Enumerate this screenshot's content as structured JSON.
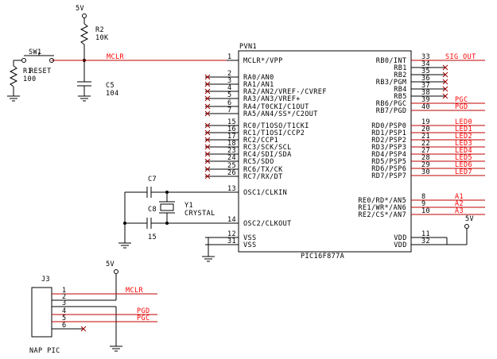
{
  "ic": {
    "ref": "PVN1",
    "part": "PIC16F877A",
    "left_pins": [
      {
        "num": "1",
        "name": "MCLR*/VPP"
      },
      {
        "num": "2",
        "name": "RA0/AN0"
      },
      {
        "num": "3",
        "name": "RA1/AN1"
      },
      {
        "num": "4",
        "name": "RA2/AN2/VREF-/CVREF"
      },
      {
        "num": "5",
        "name": "RA3/AN3/VREF+"
      },
      {
        "num": "6",
        "name": "RA4/T0CKI/C1OUT"
      },
      {
        "num": "7",
        "name": "RA5/AN4/SS*/C2OUT"
      },
      {
        "num": "15",
        "name": "RC0/T1OSO/T1CKI"
      },
      {
        "num": "16",
        "name": "RC1/T1OSI/CCP2"
      },
      {
        "num": "17",
        "name": "RC2/CCP1"
      },
      {
        "num": "18",
        "name": "RC3/SCK/SCL"
      },
      {
        "num": "23",
        "name": "RC4/SDI/SDA"
      },
      {
        "num": "24",
        "name": "RC5/SDO"
      },
      {
        "num": "25",
        "name": "RC6/TX/CK"
      },
      {
        "num": "26",
        "name": "RC7/RX/DT"
      },
      {
        "num": "13",
        "name": "OSC1/CLKIN"
      },
      {
        "num": "14",
        "name": "OSC2/CLKOUT"
      },
      {
        "num": "12",
        "name": "VSS"
      },
      {
        "num": "31",
        "name": "VSS"
      }
    ],
    "right_pins": [
      {
        "num": "33",
        "name": "RB0/INT",
        "net": "SIG OUT"
      },
      {
        "num": "34",
        "name": "RB1",
        "net": ""
      },
      {
        "num": "35",
        "name": "RB2",
        "net": ""
      },
      {
        "num": "36",
        "name": "RB3/PGM",
        "net": ""
      },
      {
        "num": "37",
        "name": "RB4",
        "net": ""
      },
      {
        "num": "38",
        "name": "RB5",
        "net": ""
      },
      {
        "num": "39",
        "name": "RB6/PGC",
        "net": "PGC"
      },
      {
        "num": "40",
        "name": "RB7/PGD",
        "net": "PGD"
      },
      {
        "num": "19",
        "name": "RD0/PSP0",
        "net": "LED0"
      },
      {
        "num": "20",
        "name": "RD1/PSP1",
        "net": "LED1"
      },
      {
        "num": "21",
        "name": "RD2/PSP2",
        "net": "LED2"
      },
      {
        "num": "22",
        "name": "RD3/PSP3",
        "net": "LED3"
      },
      {
        "num": "27",
        "name": "RD4/PSP4",
        "net": "LED4"
      },
      {
        "num": "28",
        "name": "RD5/PSP5",
        "net": "LED5"
      },
      {
        "num": "29",
        "name": "RD6/PSP6",
        "net": "LED6"
      },
      {
        "num": "30",
        "name": "RD7/PSP7",
        "net": "LED7"
      },
      {
        "num": "8",
        "name": "RE0/RD*/AN5",
        "net": "A1"
      },
      {
        "num": "9",
        "name": "RE1/WR*/AN6",
        "net": "A2"
      },
      {
        "num": "10",
        "name": "RE2/CS*/AN7",
        "net": "A3"
      },
      {
        "num": "11",
        "name": "VDD",
        "net": ""
      },
      {
        "num": "32",
        "name": "VDD",
        "net": ""
      }
    ]
  },
  "reset": {
    "vcc": "5V",
    "r2_ref": "R2",
    "r2_val": "10K",
    "c5_ref": "C5",
    "c5_val": "104",
    "sw_ref": "SW1",
    "sw_name": "RESET",
    "r1_ref": "R1",
    "r1_val": "100",
    "net": "MCLR"
  },
  "osc": {
    "c7": "C7",
    "c8": "C8",
    "c_val": "15",
    "y1_ref": "Y1",
    "y1_val": "CRYSTAL"
  },
  "vdd_label": "5V",
  "header": {
    "ref": "J3",
    "name": "NAP PIC",
    "vcc": "5V",
    "pins": [
      {
        "num": "1",
        "net": "MCLR"
      },
      {
        "num": "2",
        "net": ""
      },
      {
        "num": "3",
        "net": ""
      },
      {
        "num": "4",
        "net": "PGD"
      },
      {
        "num": "5",
        "net": "PGC"
      },
      {
        "num": "6",
        "net": ""
      }
    ]
  },
  "colors": {
    "wire": "#000000",
    "net_label": "#ff0000",
    "red_wire": "#c00000"
  }
}
